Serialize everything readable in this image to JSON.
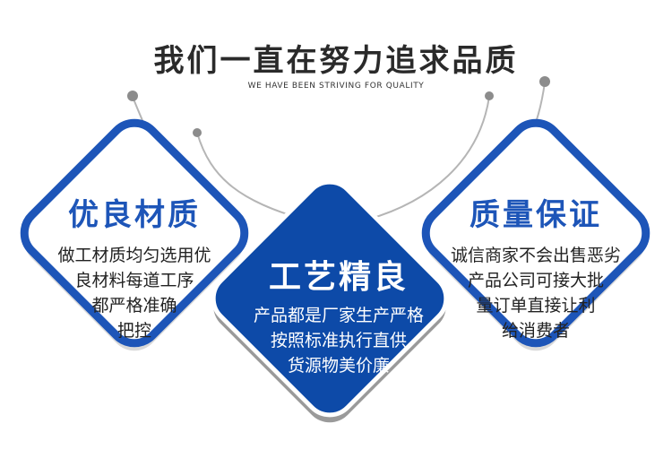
{
  "heading": {
    "title": "我们一直在努力追求品质",
    "subtitle": "WE HAVE BEEN STRIVING FOR QUALITY"
  },
  "cards": {
    "left": {
      "title": "优良材质",
      "lines": [
        "做工材质均匀选用优",
        "良材料每道工序",
        "都严格准确",
        "把控"
      ]
    },
    "middle": {
      "title": "工艺精良",
      "lines": [
        "产品都是厂家生产严格",
        "按照标准执行直供",
        "货源物美价廉"
      ]
    },
    "right": {
      "title": "质量保证",
      "lines": [
        "诚信商家不会出售恶劣",
        "产品公司可接大批",
        "量订单直接让利",
        "给消费者"
      ]
    }
  },
  "colors": {
    "blue": "#1d55b8",
    "dark_blue": "#0d4aa8",
    "grey": "#9a9a9a",
    "dot": "#8c8c8c"
  }
}
